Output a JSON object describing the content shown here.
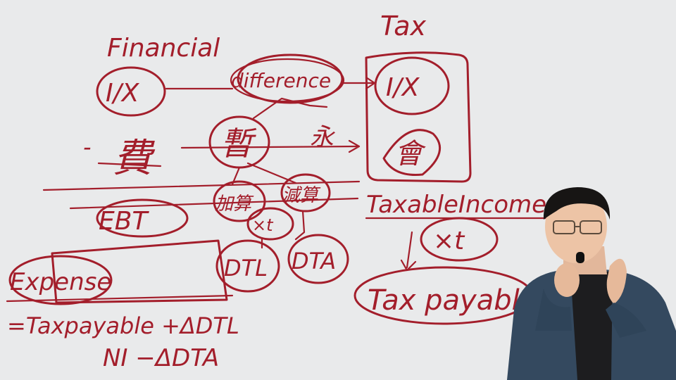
{
  "board": {
    "ink_color": "#a31e2b",
    "background_color": "#e9eaeb",
    "labels": {
      "financial": "Financial",
      "tax": "Tax",
      "difference": "difference",
      "fin_ix": "I/X",
      "tax_ix": "I/X",
      "tax_hanja": "會",
      "tax_arrow_glyph": "永",
      "fin_hanja": "費",
      "center_hanja": "暫",
      "temp_left": "加算",
      "temp_right": "減算",
      "ebt": "EBT",
      "xt": "×t",
      "dtl": "DTL",
      "dta": "DTA",
      "expense": "Expense",
      "taxable_income": "TaxableIncome",
      "tax_xt": "×t",
      "tax_payable": "Tax payable",
      "formula_1": "=Taxpayable +ΔDTL",
      "formula_2": "NI  −ΔDTA",
      "dash": "-"
    }
  }
}
